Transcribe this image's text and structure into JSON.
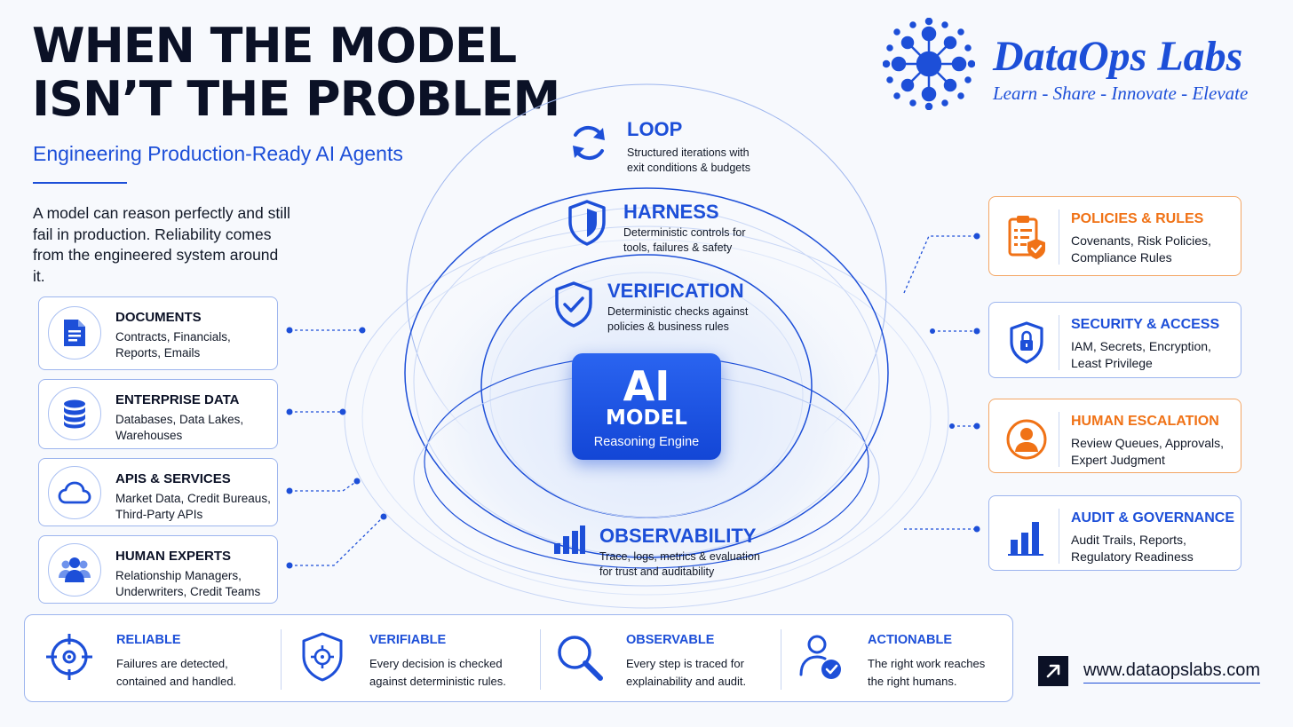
{
  "header": {
    "title_line1": "WHEN THE MODEL",
    "title_line2": "ISN’T THE PROBLEM",
    "subtitle": "Engineering Production-Ready AI Agents",
    "intro": "A model can reason perfectly and still fail in production. Reliability comes from the engineered system around it."
  },
  "brand": {
    "name": "DataOps Labs",
    "tagline": "Learn - Share - Innovate - Elevate"
  },
  "sources": [
    {
      "title": "DOCUMENTS",
      "line1": "Contracts, Financials,",
      "line2": "Reports, Emails",
      "icon": "document-icon"
    },
    {
      "title": "ENTERPRISE DATA",
      "line1": "Databases, Data Lakes,",
      "line2": "Warehouses",
      "icon": "database-icon"
    },
    {
      "title": "APIS & SERVICES",
      "line1": "Market Data, Credit Bureaus,",
      "line2": "Third-Party APIs",
      "icon": "cloud-icon"
    },
    {
      "title": "HUMAN EXPERTS",
      "line1": "Relationship Managers,",
      "line2": "Underwriters, Credit Teams",
      "icon": "people-icon"
    }
  ],
  "layers": {
    "loop": {
      "title": "LOOP",
      "line1": "Structured iterations with",
      "line2": "exit conditions & budgets"
    },
    "harness": {
      "title": "HARNESS",
      "line1": "Deterministic controls for",
      "line2": "tools, failures & safety"
    },
    "verification": {
      "title": "VERIFICATION",
      "line1": "Deterministic checks against",
      "line2": "policies & business rules"
    },
    "observability": {
      "title": "OBSERVABILITY",
      "line1": "Trace, logs, metrics & evaluation",
      "line2": "for trust and auditability"
    }
  },
  "core": {
    "big": "AI",
    "model": "MODEL",
    "sub": "Reasoning Engine"
  },
  "outcomes": [
    {
      "title": "POLICIES & RULES",
      "line1": "Covenants, Risk Policies,",
      "line2": "Compliance Rules",
      "color": "#f07216",
      "icon": "clipboard-check-icon"
    },
    {
      "title": "SECURITY & ACCESS",
      "line1": "IAM, Secrets, Encryption,",
      "line2": "Least Privilege",
      "color": "#1d4fd8",
      "icon": "lock-shield-icon"
    },
    {
      "title": "HUMAN ESCALATION",
      "line1": "Review Queues, Approvals,",
      "line2": "Expert Judgment",
      "color": "#f07216",
      "icon": "person-icon"
    },
    {
      "title": "AUDIT & GOVERNANCE",
      "line1": "Audit Trails, Reports,",
      "line2": "Regulatory Readiness",
      "color": "#1d4fd8",
      "icon": "bar-chart-icon"
    }
  ],
  "principles": [
    {
      "title": "RELIABLE",
      "line1": "Failures are detected,",
      "line2": "contained and handled.",
      "icon": "target-icon"
    },
    {
      "title": "VERIFIABLE",
      "line1": "Every decision is checked",
      "line2": "against deterministic rules.",
      "icon": "shield-target-icon"
    },
    {
      "title": "OBSERVABLE",
      "line1": "Every step is traced for",
      "line2": "explainability and audit.",
      "icon": "magnifier-icon"
    },
    {
      "title": "ACTIONABLE",
      "line1": "The right work reaches",
      "line2": "the right humans.",
      "icon": "user-check-icon"
    }
  ],
  "footer": {
    "url": "www.dataopslabs.com"
  },
  "colors": {
    "primary": "#1d4fd8",
    "accent": "#f07216",
    "ink": "#0b1126"
  }
}
